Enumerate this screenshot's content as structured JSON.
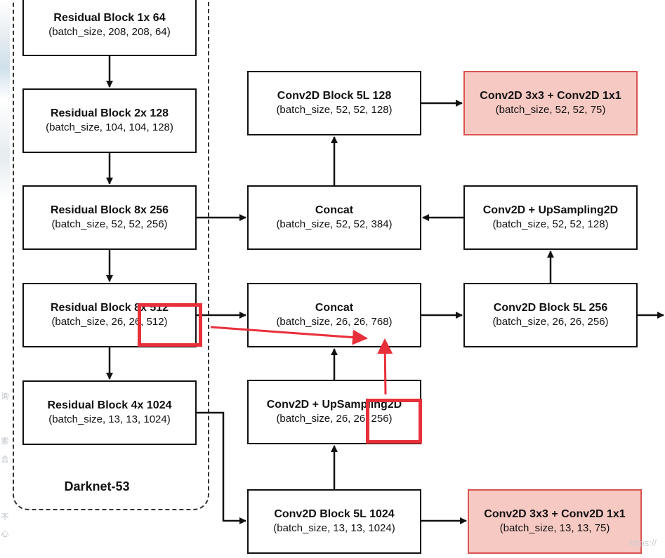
{
  "strip_texts": [
    "询",
    "索",
    "合",
    "不",
    "心"
  ],
  "darknet": {
    "title": "Darknet-53",
    "blocks": [
      {
        "title": "Residual Block 1x  64",
        "shape": "(batch_size, 208, 208, 64)"
      },
      {
        "title": "Residual Block 2x  128",
        "shape": "(batch_size, 104, 104, 128)"
      },
      {
        "title": "Residual Block 8x  256",
        "shape": "(batch_size, 52, 52, 256)"
      },
      {
        "title": "Residual Block 8x  512",
        "shape": "(batch_size, 26, 26, 512)"
      },
      {
        "title": "Residual Block 4x  1024",
        "shape": "(batch_size, 13, 13, 1024)"
      }
    ]
  },
  "nodes": {
    "conv5l_128": {
      "title": "Conv2D Block 5L  128",
      "shape": "(batch_size, 52, 52, 128)"
    },
    "out_52": {
      "title": "Conv2D 3x3 + Conv2D 1x1",
      "shape": "(batch_size, 52, 52, 75)"
    },
    "concat_52": {
      "title": "Concat",
      "shape": "(batch_size, 52, 52, 384)"
    },
    "upsample_52": {
      "title": "Conv2D + UpSampling2D",
      "shape": "(batch_size, 52, 52, 128)"
    },
    "concat_26": {
      "title": "Concat",
      "shape": "(batch_size, 26, 26, 768)"
    },
    "conv5l_256": {
      "title": "Conv2D Block 5L  256",
      "shape": "(batch_size, 26, 26, 256)"
    },
    "upsample_26": {
      "title": "Conv2D + UpSampling2D",
      "shape": "(batch_size, 26, 26, 256)"
    },
    "conv5l_1024": {
      "title": "Conv2D Block 5L  1024",
      "shape": "(batch_size, 13, 13, 1024)"
    },
    "out_13": {
      "title": "Conv2D 3x3 + Conv2D 1x1",
      "shape": "(batch_size, 13, 13, 75)"
    }
  },
  "colors": {
    "output_fill": "#f7c9c3",
    "output_border": "#d9534f",
    "highlight": "#e8303a"
  },
  "watermark": "https://"
}
